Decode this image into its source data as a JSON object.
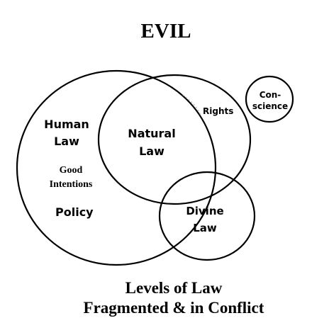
{
  "title": "EVIL",
  "regions": {
    "human_law": {
      "line1": "Human",
      "line2": "Law"
    },
    "good_intentions": {
      "line1": "Good",
      "line2": "Intentions"
    },
    "policy": "Policy",
    "natural_law": {
      "line1": "Natural",
      "line2": "Law"
    },
    "rights": "Rights",
    "conscience": {
      "line1": "Con-",
      "line2": "science"
    },
    "divine_law": {
      "line1": "Divine",
      "line2": "Law"
    }
  },
  "caption": {
    "line1": "Levels of Law",
    "line2": "Fragmented & in Conflict"
  },
  "colors": {
    "ink": "#000000",
    "background": "#ffffff"
  }
}
